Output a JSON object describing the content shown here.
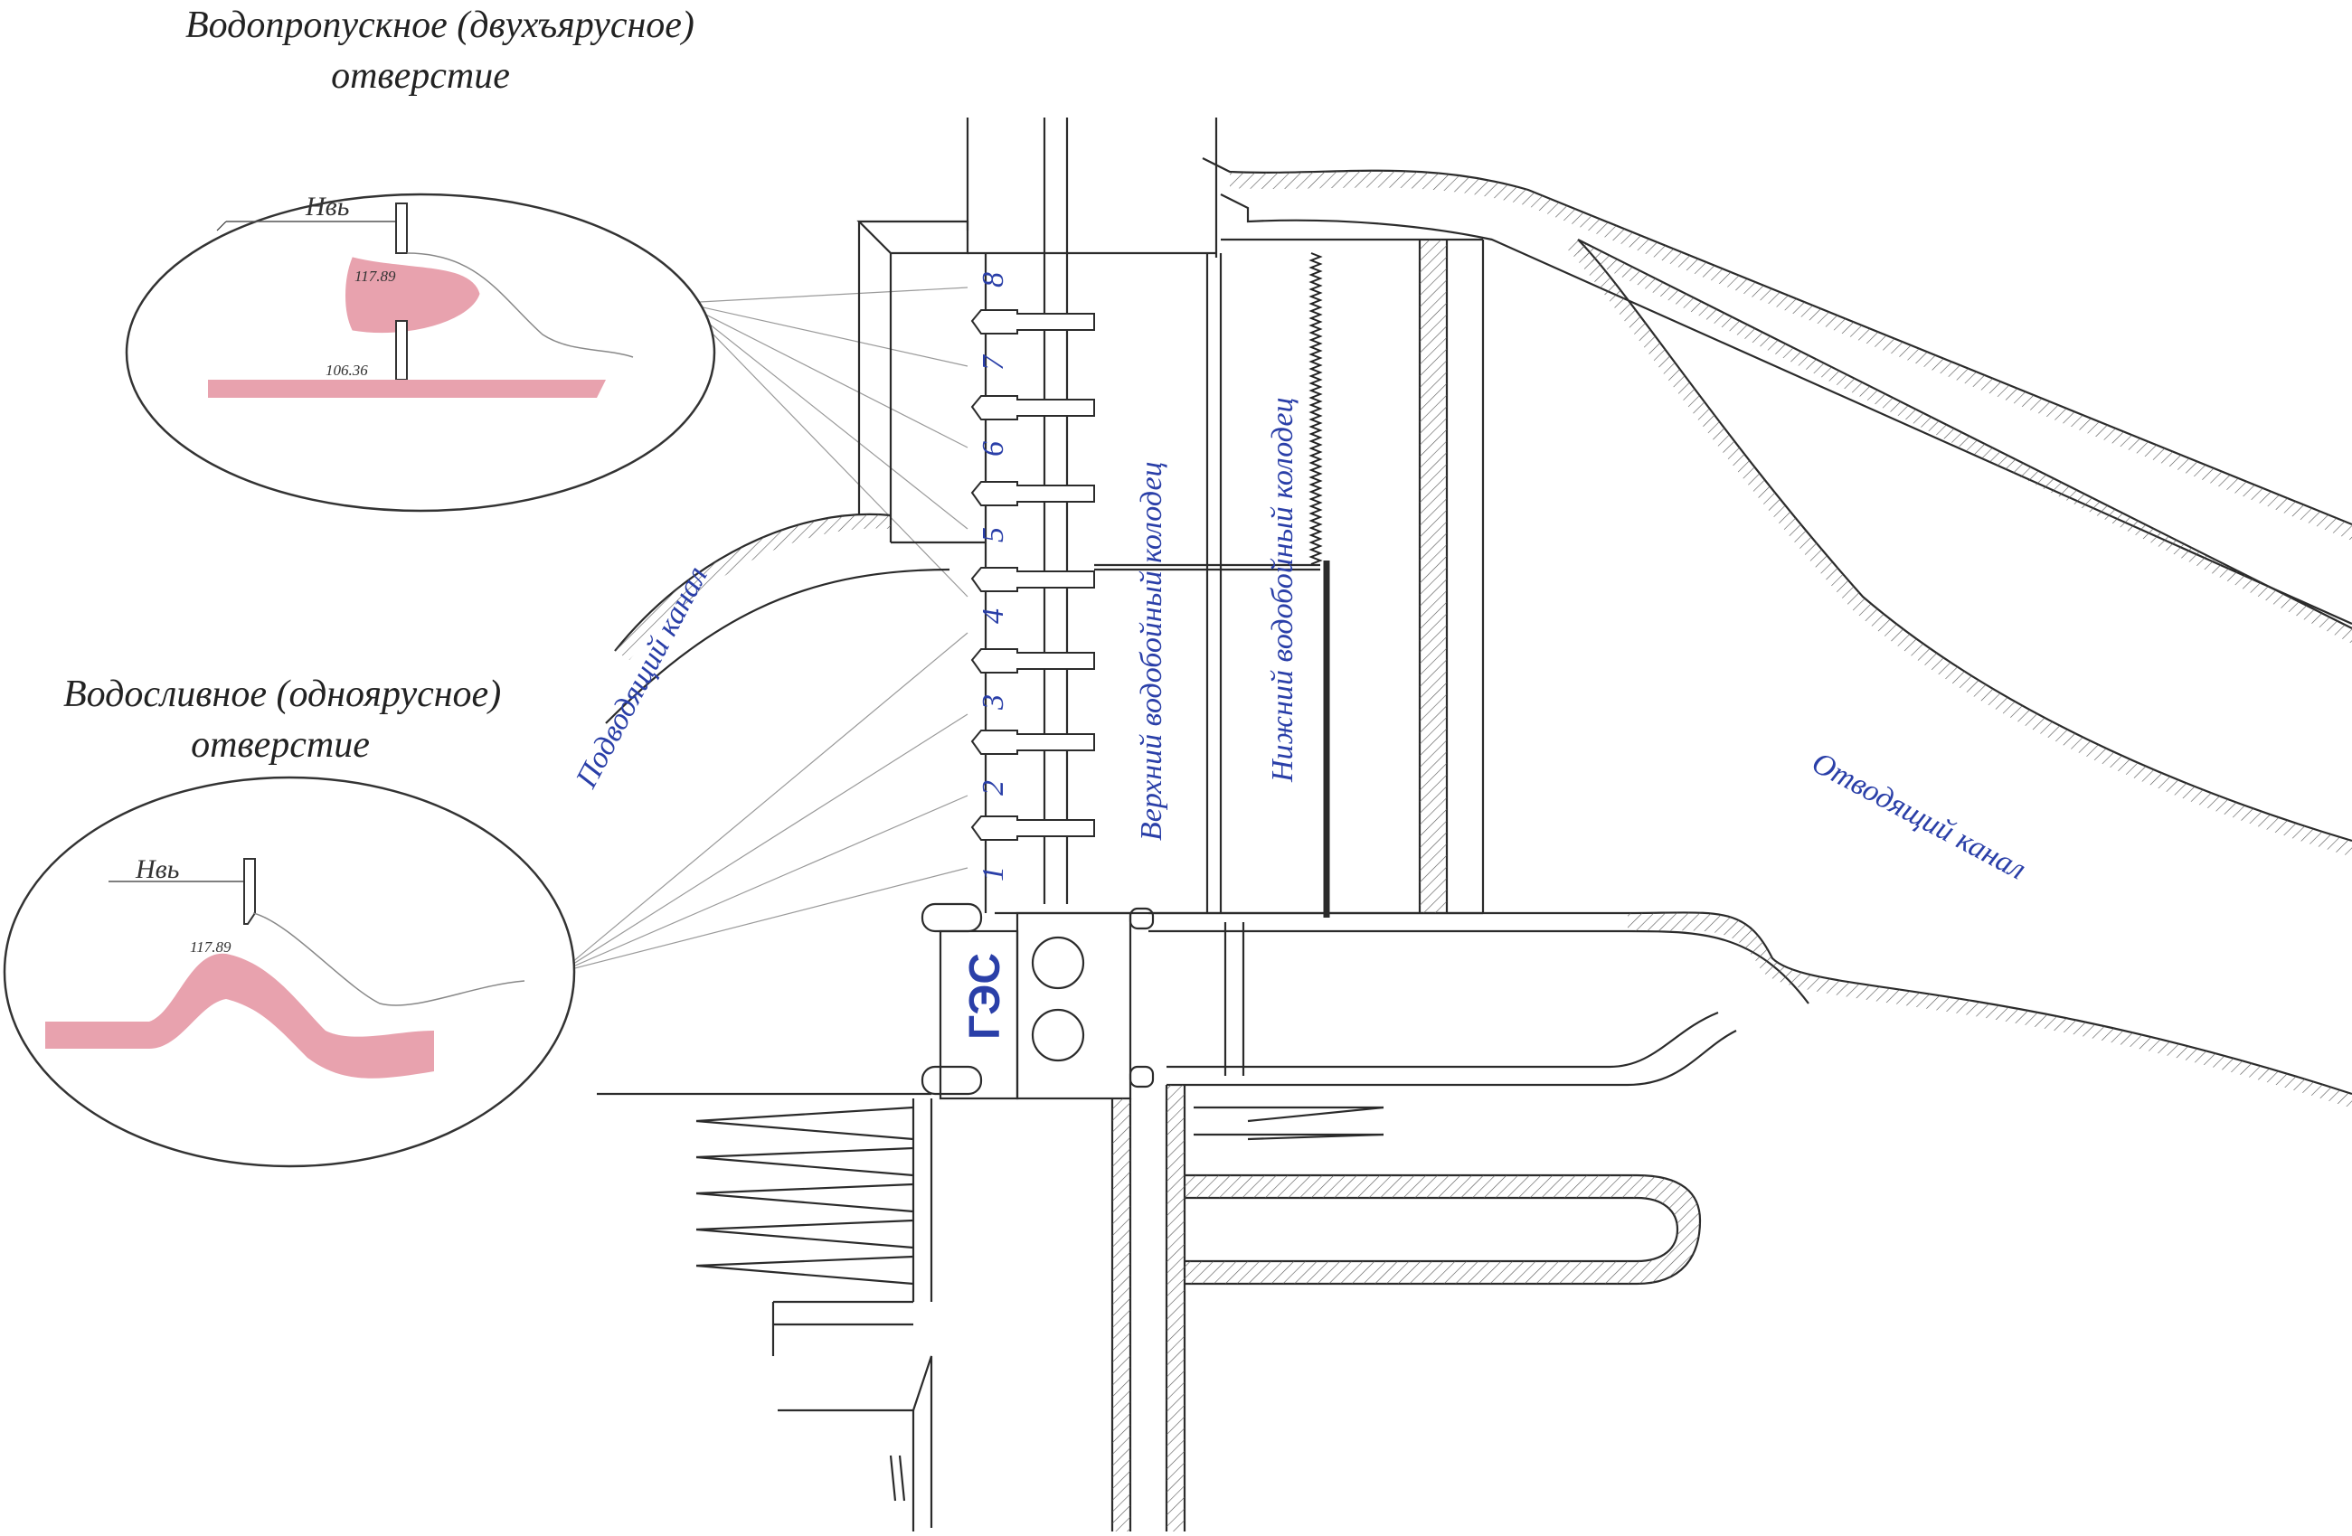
{
  "callouts": {
    "upper": {
      "title_line1": "Водопропускное (двухъярусное)",
      "title_line2": "отверстие",
      "level_label": "Нвь",
      "mark_top": "117.89",
      "mark_bottom": "106.36"
    },
    "lower": {
      "title_line1": "Водосливное (одноярусное)",
      "title_line2": "отверстие",
      "level_label": "Нвь",
      "mark_top": "117.89"
    }
  },
  "labels": {
    "inlet_canal": "Подводящий канал",
    "outlet_canal": "Отводящий канал",
    "upper_basin": "Верхний водобойный колодец",
    "lower_basin": "Нижний водобойный колодец",
    "hpp": "ГЭС"
  },
  "bays": [
    "1",
    "2",
    "3",
    "4",
    "5",
    "6",
    "7",
    "8"
  ],
  "colors": {
    "line": "#2b2b2b",
    "blue_text": "#2a3fa8",
    "pink_fill": "#e8a2ae"
  }
}
